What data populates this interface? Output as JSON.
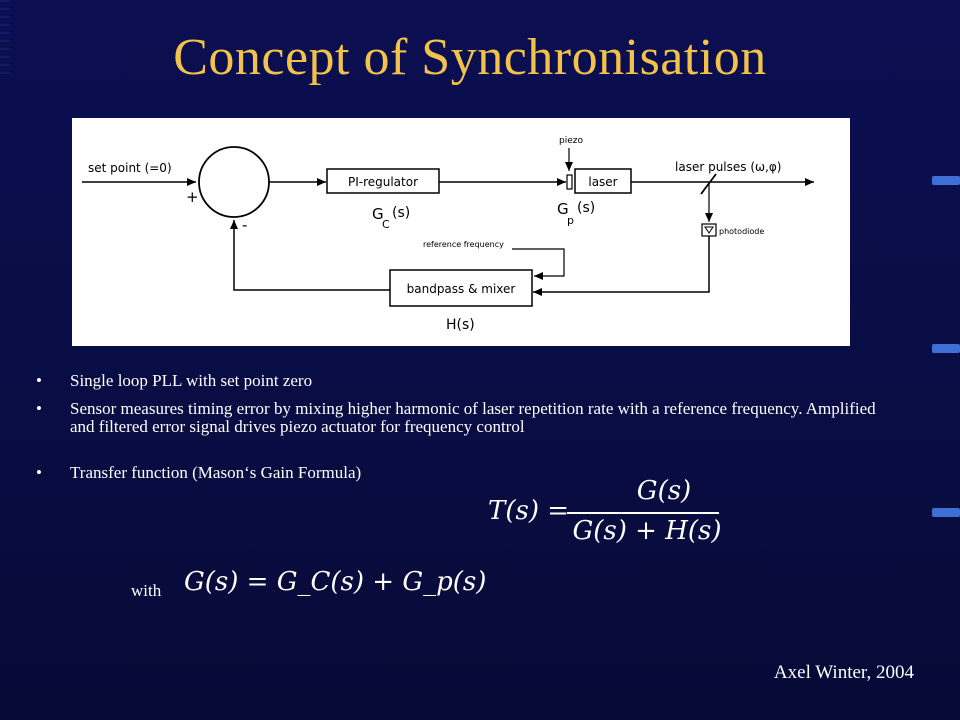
{
  "slide": {
    "title": "Concept of Synchronisation",
    "author": "Axel Winter, 2004"
  },
  "diagram": {
    "labels": {
      "set_point": "set point (=0)",
      "plus": "+",
      "minus": "-",
      "pi_regulator": "PI-regulator",
      "gc": "G",
      "gc_sub": "C",
      "gc_arg": "(s)",
      "piezo": "piezo",
      "laser": "laser",
      "gp": "G",
      "gp_sub": "p",
      "gp_arg": "(s)",
      "laser_pulses": "laser pulses (ω,φ)",
      "photodiode": "photodiode",
      "reference_frequency": "reference frequency",
      "bandpass_mixer": "bandpass & mixer",
      "h": "H(s)"
    }
  },
  "bullets": [
    {
      "marker": "•",
      "text": "Single loop PLL with set point zero"
    },
    {
      "marker": "•",
      "text": "Sensor measures timing error by mixing higher harmonic of laser repetition rate with a reference frequency. Amplified and filtered error signal drives piezo actuator for frequency control"
    },
    {
      "marker": "•",
      "text": "Transfer function (Mason‘s Gain Formula)"
    }
  ],
  "formulas": {
    "transfer_lhs": "T(s) =",
    "transfer_num": "G(s)",
    "transfer_den": "G(s) + H(s)",
    "with_label": "with",
    "g_equation": "G(s) = G_C(s) + G_p(s)"
  }
}
